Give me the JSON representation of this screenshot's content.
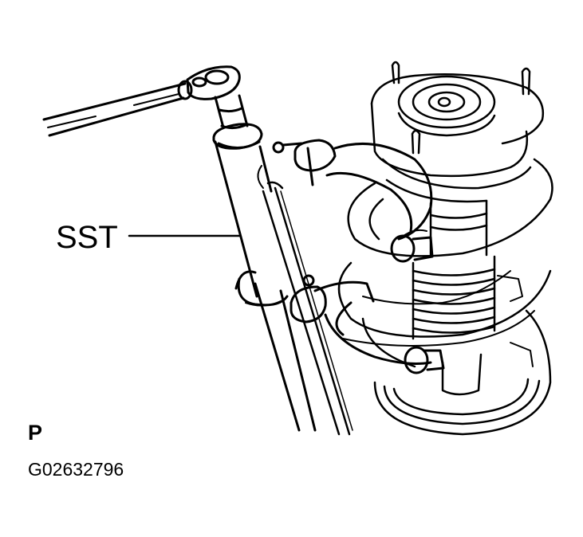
{
  "diagram": {
    "type": "technical-illustration",
    "subject": "coil spring compressor tool mounted on front strut assembly with ratchet wrench",
    "colors": {
      "line": "#000000",
      "background": "#ffffff"
    },
    "callouts": [
      {
        "id": "sst",
        "label": "SST",
        "target": "spring-compressor-tool-body"
      }
    ],
    "panel_label": "P",
    "figure_id": "G02632796",
    "components": [
      "ratchet-wrench",
      "compressor-screw-head",
      "compressor-tool-body",
      "compressor-guide-rail",
      "upper-spring-hook",
      "lower-spring-hook",
      "upper-support-mount",
      "mount-studs",
      "coil-spring",
      "dust-boot",
      "shock-absorber"
    ]
  }
}
